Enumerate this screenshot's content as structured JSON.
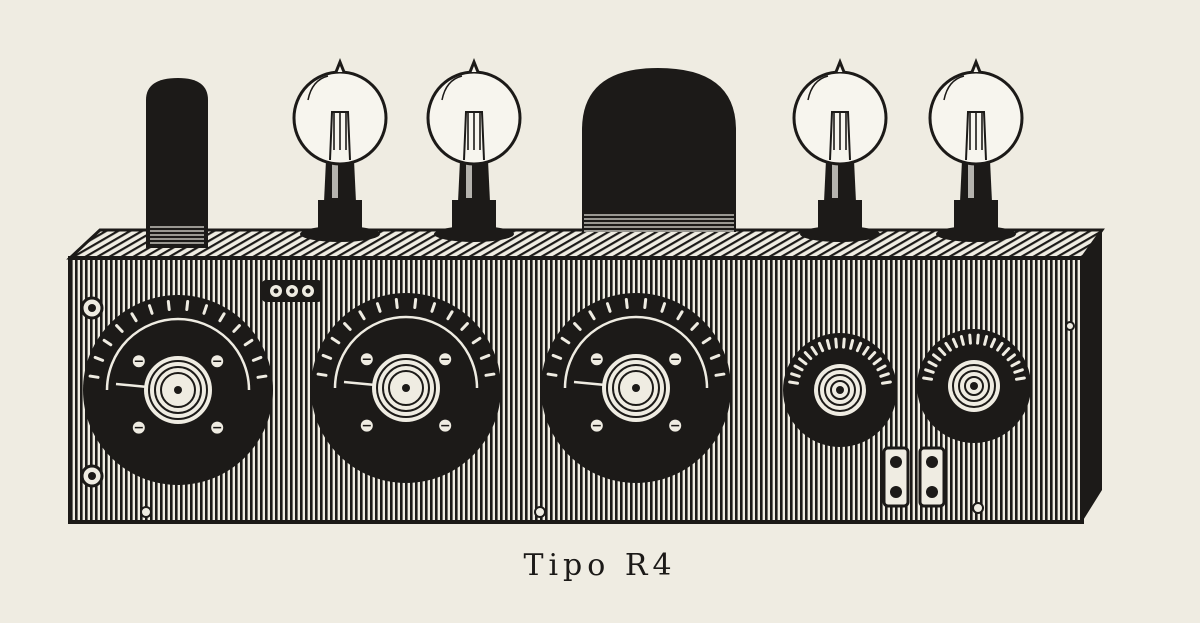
{
  "caption": "Tipo R4",
  "colors": {
    "paper": "#efece2",
    "ink": "#1c1a18",
    "bulb_glass": "#f7f5ee"
  },
  "illustration": {
    "subject": "radio-receiver-engraving",
    "tube_count": 4,
    "large_dial_count": 3,
    "small_dial_count": 2
  }
}
